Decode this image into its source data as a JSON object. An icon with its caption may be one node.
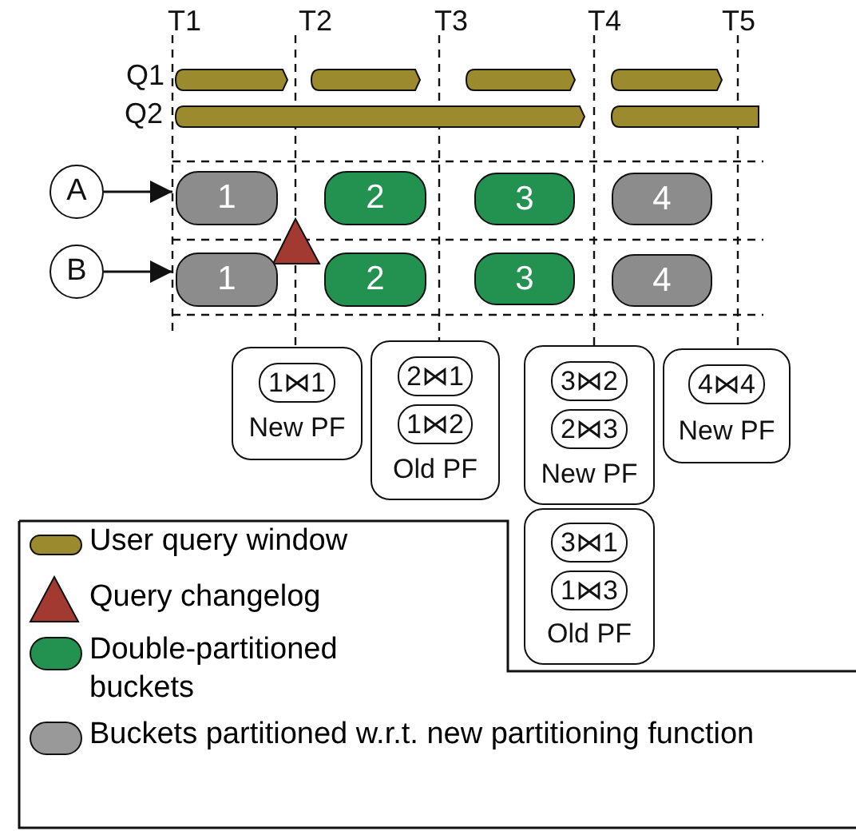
{
  "diagram": {
    "nodes": [
      {
        "text": [
          "A"
        ]
      },
      {
        "text": [
          "B"
        ]
      },
      {
        "text": [
          "1"
        ]
      },
      {
        "text": [
          "2"
        ]
      },
      {
        "text": [
          "3"
        ]
      },
      {
        "text": [
          "4"
        ]
      },
      {
        "text": [
          "1"
        ]
      },
      {
        "text": [
          "2"
        ]
      },
      {
        "text": [
          "3"
        ]
      },
      {
        "text": [
          "4"
        ]
      },
      {
        "text": [
          "New PF"
        ]
      },
      {
        "text": [
          "1⋈1"
        ],
        "in": 10
      },
      {
        "text": [
          "Old PF"
        ]
      },
      {
        "text": [
          "2⋈1"
        ],
        "in": 12
      },
      {
        "text": [
          "1⋈2"
        ],
        "in": 12
      },
      {
        "text": [
          "New PF"
        ]
      },
      {
        "text": [
          "3⋈2"
        ],
        "in": 15
      },
      {
        "text": [
          "2⋈3"
        ],
        "in": 15
      },
      {
        "text": [
          "Old PF"
        ]
      },
      {
        "text": [
          "3⋈1"
        ],
        "in": 18
      },
      {
        "text": [
          "1⋈3"
        ],
        "in": 18
      },
      {
        "text": [
          "New PF"
        ]
      },
      {
        "text": [
          "4⋈4"
        ],
        "in": 21
      }
    ],
    "edges": [
      {
        "from": 0,
        "to": 2,
        "arrow": "to"
      },
      {
        "from": 1,
        "to": 6,
        "arrow": "to"
      }
    ],
    "labels": [
      "T1",
      "T2",
      "T3",
      "T4",
      "T5",
      "Q1",
      "Q2"
    ],
    "legend": [
      {
        "text": "User query window",
        "color": "#9c8a2e"
      },
      {
        "text": "Query changelog",
        "color": "#a33a32"
      },
      {
        "text": "Double-partitioned buckets",
        "color": "#239150"
      },
      {
        "text": "Buckets partitioned w.r.t. new partitioning function",
        "color": "#999999"
      }
    ]
  }
}
